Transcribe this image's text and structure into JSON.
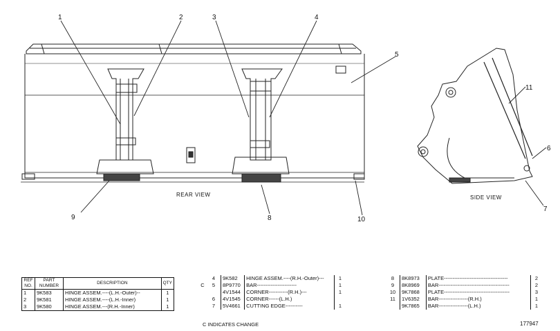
{
  "callouts": [
    "1",
    "2",
    "3",
    "4",
    "5",
    "6",
    "7",
    "8",
    "9",
    "10",
    "11"
  ],
  "views": {
    "rear": "REAR VIEW",
    "side": "SIDE VIEW"
  },
  "table1": {
    "headers": {
      "ref": "REF NO.",
      "part": "PART NUMBER",
      "desc": "DESCRIPTION",
      "qty": "QTY"
    },
    "rows": [
      {
        "ref": "1",
        "part": "9K583",
        "desc": "HINGE ASSEM.----(L.H.-Outer)--",
        "qty": "1"
      },
      {
        "ref": "2",
        "part": "9K581",
        "desc": "HINGE ASSEM.----(L.H.-Inner)",
        "qty": "1"
      },
      {
        "ref": "3",
        "part": "9K580",
        "desc": "HINGE ASSEM.---(R.H.-Inner)",
        "qty": "1"
      }
    ]
  },
  "table2": {
    "rows": [
      {
        "mark": "",
        "ref": "4",
        "part": "9K582",
        "desc": "HINGE ASSEM.----(R.H.-Outer)---",
        "qty": "1"
      },
      {
        "mark": "C",
        "ref": "5",
        "part": "8P9770",
        "desc": "BAR-----------------------",
        "qty": "1"
      },
      {
        "mark": "",
        "ref": "",
        "part": "4V1544",
        "desc": "CORNER-----------(R.H.)---",
        "qty": "1"
      },
      {
        "mark": "",
        "ref": "6",
        "part": "4V1545",
        "desc": "CORNER------(L.H.)",
        "qty": ""
      },
      {
        "mark": "",
        "ref": "7",
        "part": "5V4661",
        "desc": "CUTTING EDGE----------",
        "qty": "1"
      }
    ]
  },
  "table3": {
    "rows": [
      {
        "ref": "8",
        "part": "8K8973",
        "desc": "PLATE-------------------------------------",
        "qty": "2"
      },
      {
        "ref": "9",
        "part": "8K8969",
        "desc": "BAR-----------------------------------------",
        "qty": "2"
      },
      {
        "ref": "10",
        "part": "9K7868",
        "desc": "PLATE--------------------------------------",
        "qty": "3"
      },
      {
        "ref": "11",
        "part": "1V6352",
        "desc": "BAR-----------------(R.H.)",
        "qty": "1"
      },
      {
        "ref": "",
        "part": "9K7865",
        "desc": "BAR-----------------(L.H.)",
        "qty": "1"
      }
    ]
  },
  "note": "C INDICATES CHANGE",
  "doc_number": "177947"
}
